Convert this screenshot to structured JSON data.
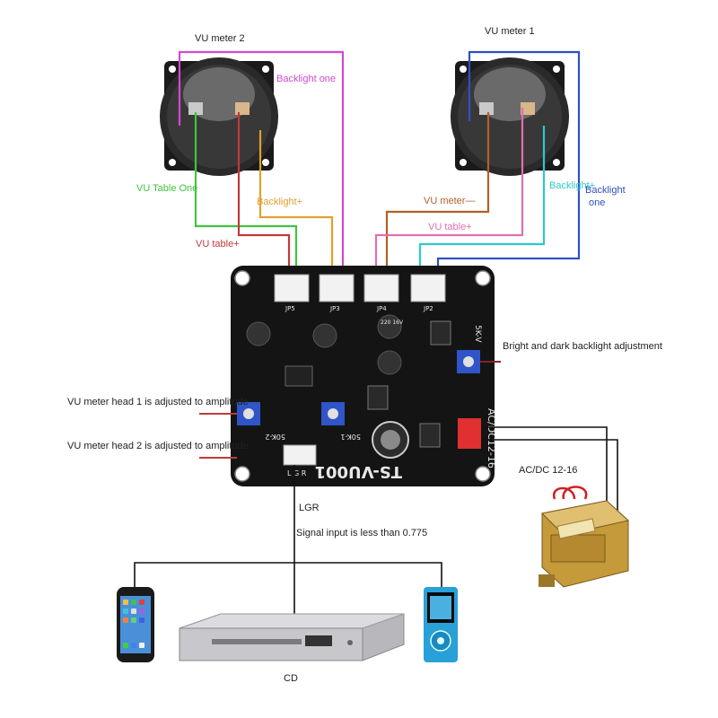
{
  "labels": {
    "vu_meter_2": "VU meter 2",
    "vu_meter_1": "VU meter 1",
    "backlight_one_left": "Backlight one",
    "vu_table_one": "VU Table One",
    "backlight_plus_left": "Backlight+",
    "vu_table_plus": "VU table+",
    "vu_meter_minus": "VU meter—",
    "vu_table_plus_right": "VU table+",
    "backlight_plus_right": "Backlight+",
    "backlight_right_1": "Backlight",
    "backlight_right_2": "one",
    "bright_dark": "Bright and dark backlight adjustment",
    "head1": "VU meter head 1 is adjusted to amplitude",
    "head2": "VU meter head 2 is adjusted to amplitude",
    "acdc": "AC/DC 12-16",
    "lgr": "LGR",
    "signal": "Signal input is less than 0.775",
    "cd": "CD"
  },
  "board": {
    "name": "TS-VU001",
    "power_label": "AC/DC12-16",
    "pot_left": "50K-2",
    "pot_mid": "50K-1",
    "pot_right": "5K-V",
    "jp5": "JP5",
    "jp3": "JP3",
    "jp4": "JP4",
    "jp2": "JP2",
    "cap_main": "220 16V",
    "lgr_pins": "L G R"
  },
  "colors": {
    "magenta": "#d04ad0",
    "green": "#3fc43f",
    "red": "#c23a3a",
    "orange": "#e0a030",
    "brown": "#b0602a",
    "pink": "#e070b0",
    "cyan": "#30c8c8",
    "blue": "#3050c0",
    "black": "#111111"
  }
}
